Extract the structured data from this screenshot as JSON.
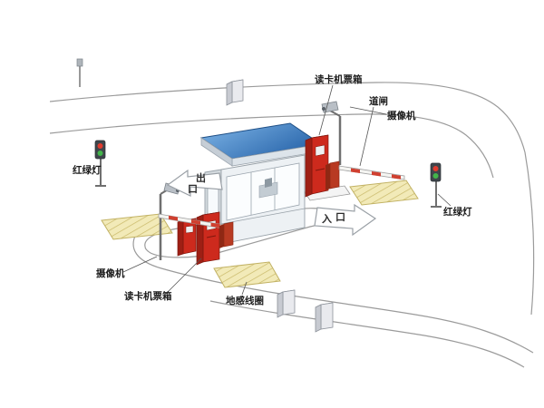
{
  "diagram": {
    "labels": {
      "ticket_box_top": "读卡机票箱",
      "barrier_gate": "道闸",
      "camera_right": "摄像机",
      "traffic_light_left": "红绿灯",
      "traffic_light_right": "红绿灯",
      "camera_left": "摄像机",
      "ticket_box_bottom": "读卡机票箱",
      "ground_coil": "地感线圈",
      "exit_char_top": "出",
      "exit_char_bottom": "口",
      "entrance_char_left": "入",
      "entrance_char_right": "口"
    },
    "colors": {
      "roof_blue_dark": "#2a66ab",
      "roof_blue_light": "#7fb6e8",
      "machine_red": "#cd2a1d",
      "machine_red_dark": "#9e1f14",
      "coil_yellow": "#f2eab8",
      "coil_hatch": "#c9b868",
      "road_gray": "#9b9b9b",
      "light_red": "#e03b2f",
      "light_green": "#43b54a"
    }
  }
}
